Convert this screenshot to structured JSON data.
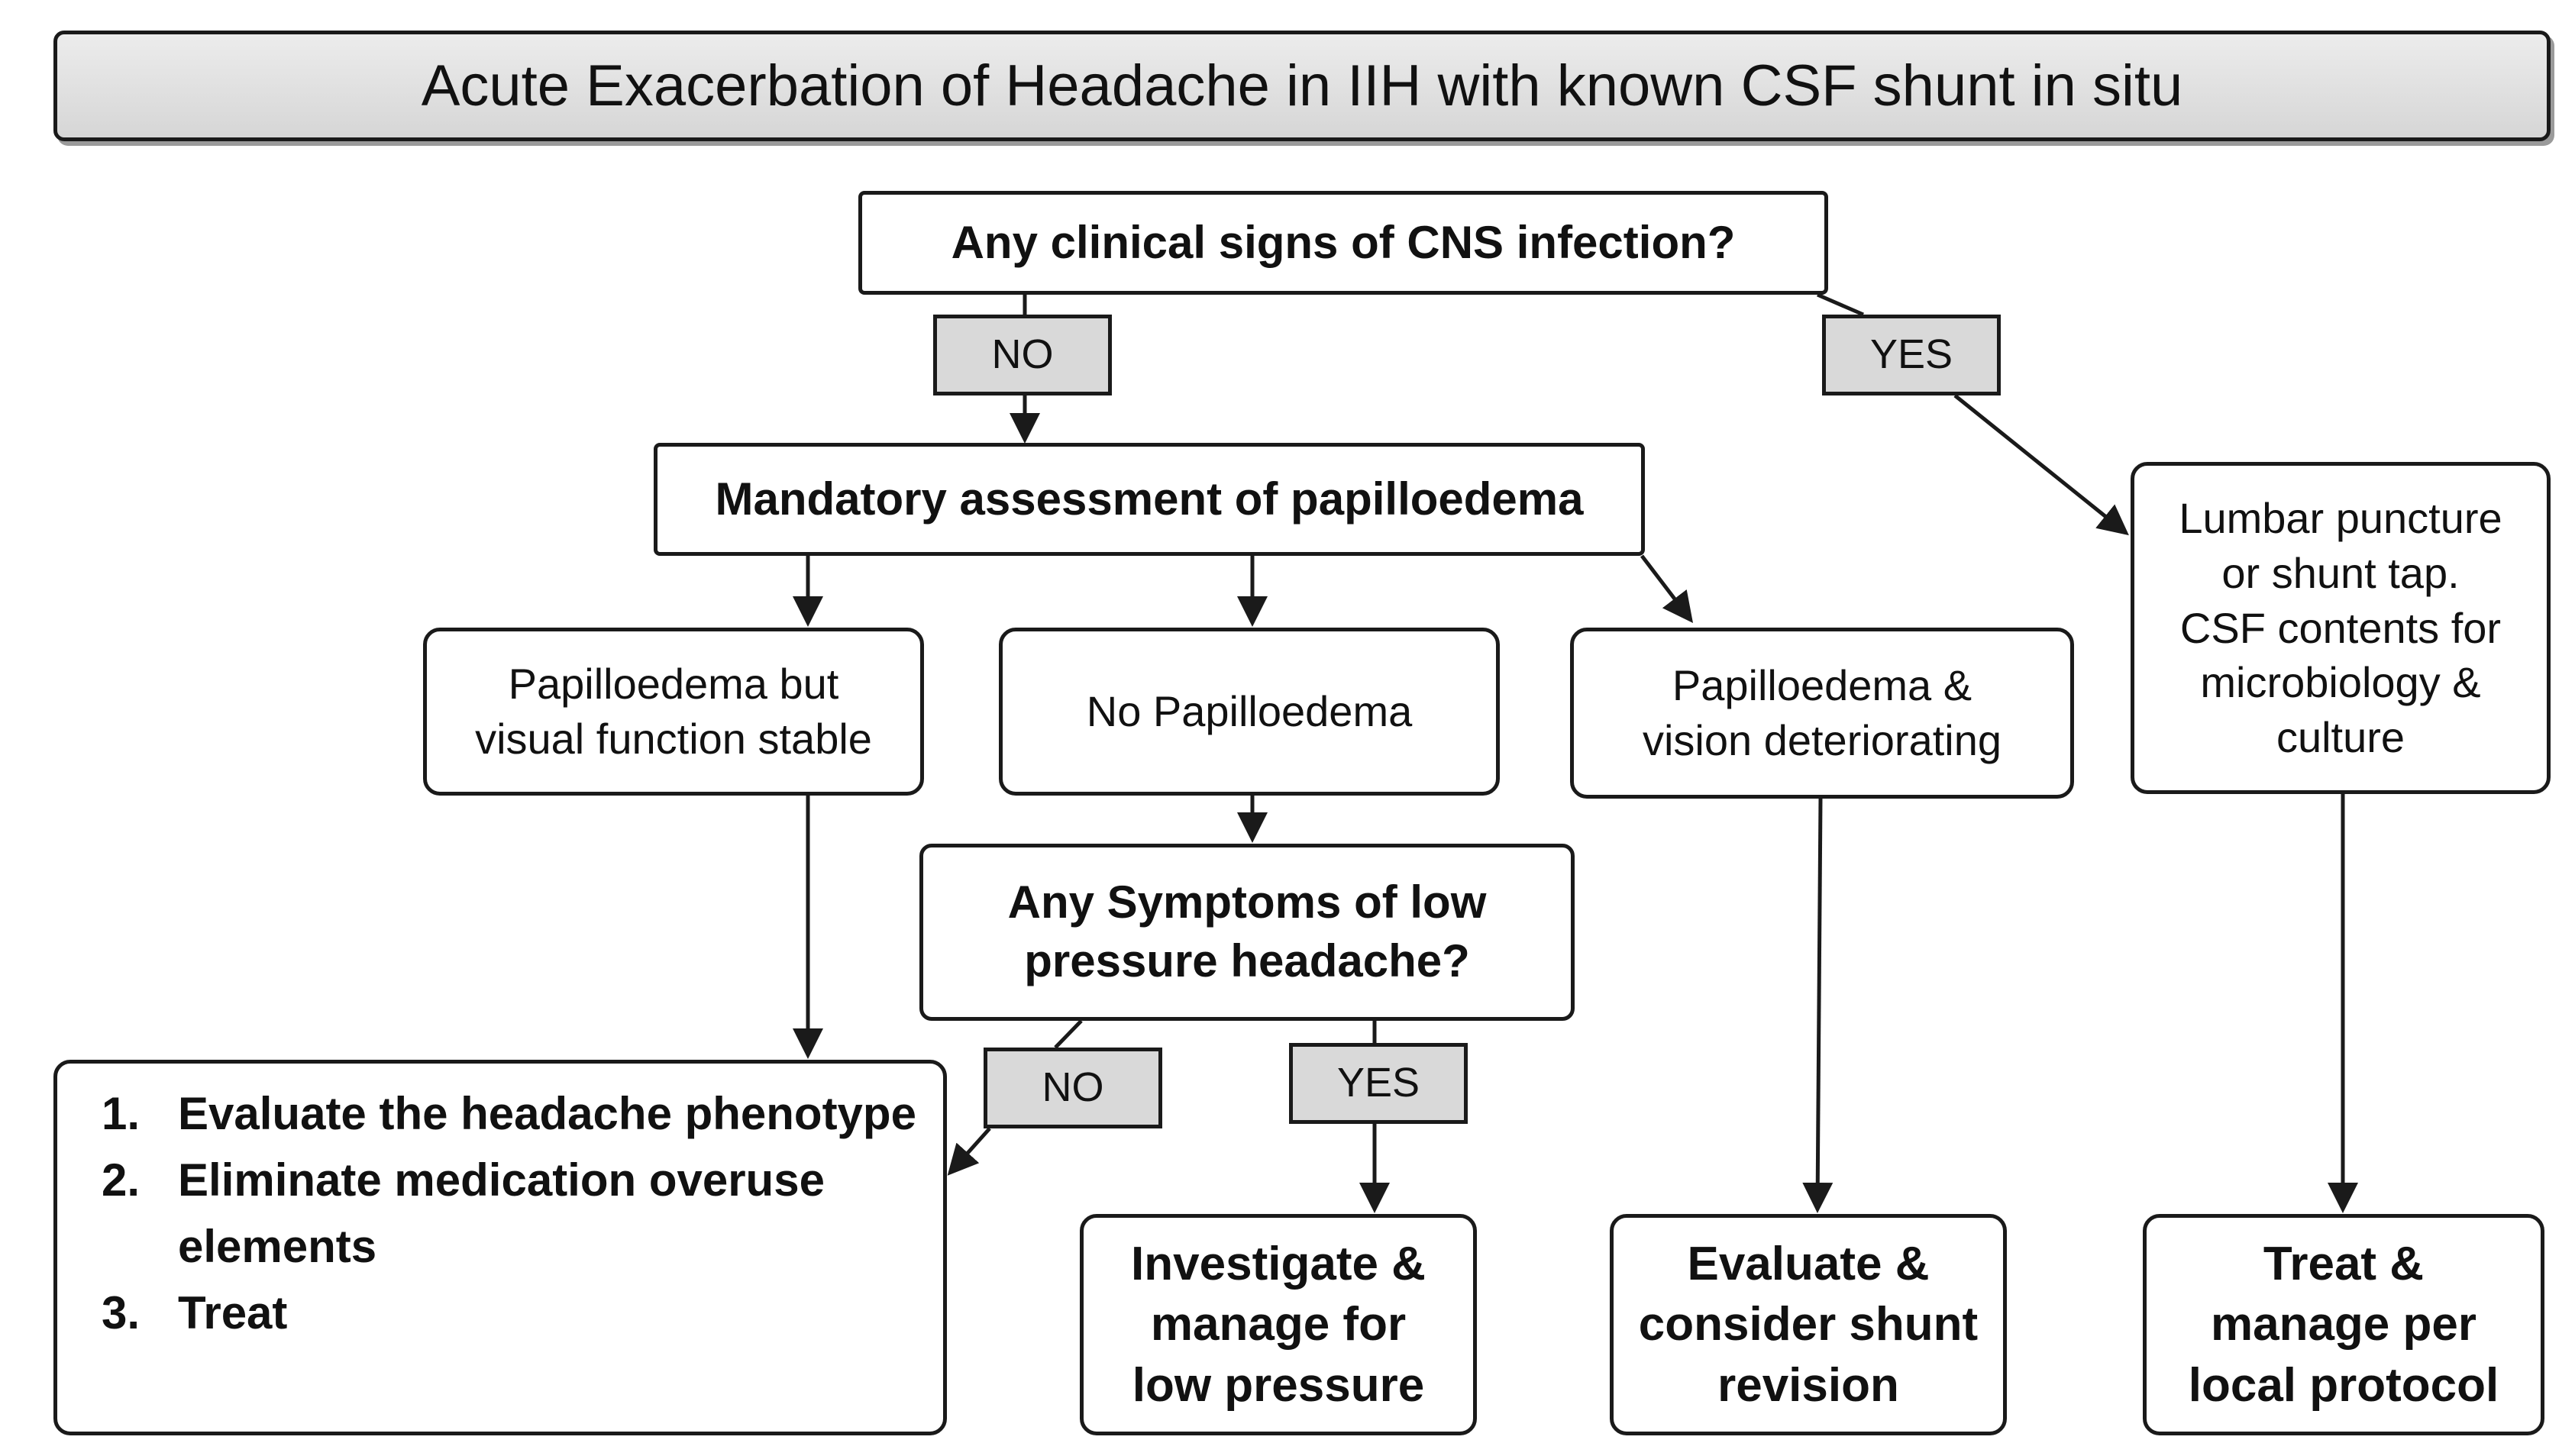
{
  "title": "Acute Exacerbation of  Headache in IIH with known CSF shunt in situ",
  "nodes": {
    "cns_question": "Any clinical signs of CNS infection?",
    "no_label_1": "NO",
    "yes_label_1": "YES",
    "papilloedema_assessment": "Mandatory assessment of papilloedema",
    "lumbar_puncture": [
      "Lumbar puncture",
      "or shunt tap.",
      "CSF contents for",
      "microbiology &",
      "culture"
    ],
    "pap_stable": [
      "Papilloedema but",
      "visual function stable"
    ],
    "no_pap": "No Papilloedema",
    "pap_deteriorating": [
      "Papilloedema &",
      "vision deteriorating"
    ],
    "low_pressure_question": [
      "Any Symptoms of low",
      "pressure headache?"
    ],
    "no_label_2": "NO",
    "yes_label_2": "YES",
    "evaluate_list": [
      {
        "num": "1.",
        "text": "Evaluate the headache phenotype"
      },
      {
        "num": "2.",
        "text": "Eliminate medication overuse elements"
      },
      {
        "num": "3.",
        "text": "Treat"
      }
    ],
    "investigate_low": [
      "Investigate &",
      "manage for",
      "low pressure"
    ],
    "shunt_revision": [
      "Evaluate &",
      "consider shunt",
      "revision"
    ],
    "treat_local": [
      "Treat &",
      "manage per",
      "local protocol"
    ]
  }
}
